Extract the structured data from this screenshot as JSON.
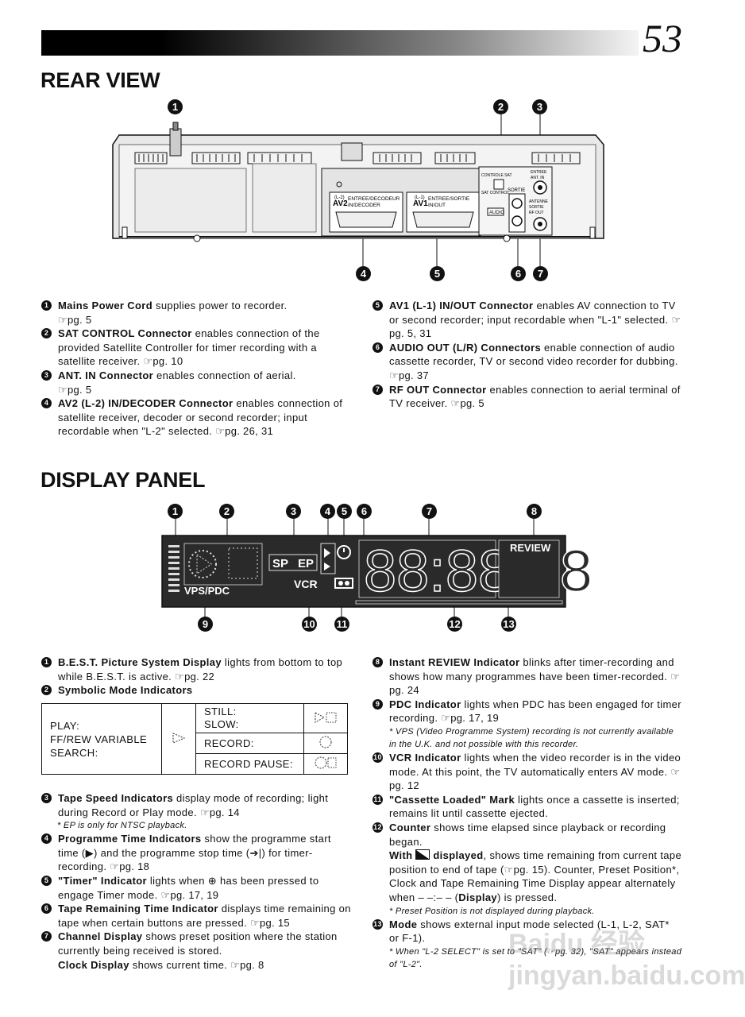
{
  "page": {
    "number": "53"
  },
  "rear": {
    "title": "REAR VIEW",
    "callouts_top": [
      "1",
      "2",
      "3"
    ],
    "callouts_bottom": [
      "4",
      "5",
      "6",
      "7"
    ],
    "panel_labels": {
      "control_sat": "CONTROLE SAT",
      "sat_control": "SAT CONTROL",
      "sortie": "SORTIE",
      "audio": "AUDIO",
      "entree": "ENTREE",
      "ant_in": "ANT. IN",
      "antenne": "ANTENNE",
      "sortie2": "SORTIE",
      "rf_out": "RF OUT",
      "av2_code": "(L-2)",
      "av2": "AV2",
      "av2_fr": "ENTREE/DECODEUR",
      "av2_en": "IN/DECODER",
      "av1_code": "(L-1)",
      "av1": "AV1",
      "av1_fr": "ENTREE/SORTIE",
      "av1_en": "IN/OUT"
    },
    "items": [
      {
        "n": "1",
        "bold": "Mains Power Cord",
        "text": " supplies power to recorder.",
        "ref": "☞pg. 5"
      },
      {
        "n": "2",
        "bold": "SAT CONTROL Connector",
        "text": " enables connection of the provided Satellite Controller for timer recording with a satellite receiver.",
        "ref": "☞pg. 10"
      },
      {
        "n": "3",
        "bold": "ANT. IN Connector",
        "text": " enables connection of aerial.",
        "ref": "☞pg. 5"
      },
      {
        "n": "4",
        "bold": "AV2 (L-2) IN/DECODER Connector",
        "text": " enables connection of satellite receiver, decoder or second recorder; input recordable when \"L-2\" selected.",
        "ref": "☞pg. 26, 31"
      },
      {
        "n": "5",
        "bold": "AV1 (L-1) IN/OUT Connector",
        "text": " enables AV connection to TV or second recorder; input recordable when \"L-1\" selected.",
        "ref": "☞pg. 5, 31"
      },
      {
        "n": "6",
        "bold": "AUDIO OUT (L/R) Connectors",
        "text": " enable connection of audio cassette recorder, TV or second video recorder for dubbing.",
        "ref": "☞pg. 37"
      },
      {
        "n": "7",
        "bold": "RF OUT Connector",
        "text": " enables connection to aerial terminal of TV receiver.",
        "ref": "☞pg. 5"
      }
    ]
  },
  "display": {
    "title": "DISPLAY PANEL",
    "callouts_top": [
      "1",
      "2",
      "3",
      "4",
      "5",
      "6",
      "7",
      "8"
    ],
    "callouts_bottom": [
      "9",
      "10",
      "11",
      "12",
      "13"
    ],
    "panel": {
      "sp": "SP",
      "ep": "EP",
      "vps": "VPS/PDC",
      "vcr": "VCR",
      "review": "REVIEW",
      "digits": "88:88:88"
    },
    "items_left": [
      {
        "n": "1",
        "bold": "B.E.S.T. Picture System Display",
        "text": " lights from bottom to top while B.E.S.T. is active.",
        "ref": "☞pg. 22"
      },
      {
        "n": "2",
        "bold": "Symbolic Mode Indicators",
        "text": "",
        "ref": ""
      }
    ],
    "table": {
      "left": "PLAY:\nFF/REW VARIABLE\nSEARCH:",
      "rows": [
        {
          "label": "STILL:\nSLOW:",
          "icon": "still-slow-icon"
        },
        {
          "label": "RECORD:",
          "icon": "record-icon"
        },
        {
          "label": "RECORD PAUSE:",
          "icon": "record-pause-icon"
        }
      ]
    },
    "items_left2": [
      {
        "n": "3",
        "bold": "Tape Speed Indicators",
        "text": " display mode of recording; light during Record or Play mode.",
        "ref": "☞pg. 14",
        "note": "* EP is only for NTSC playback."
      },
      {
        "n": "4",
        "bold": "Programme Time Indicators",
        "text": " show the programme start time (▶) and the programme stop time (➔|) for timer-recording.",
        "ref": "☞pg. 18",
        "note": ""
      },
      {
        "n": "5",
        "bold": "\"Timer\" Indicator",
        "text": " lights when ⊕ has been pressed to engage Timer mode.",
        "ref": "☞pg. 17, 19",
        "note": ""
      },
      {
        "n": "6",
        "bold": "Tape Remaining Time Indicator",
        "text": " displays time remaining on tape when certain buttons are pressed.",
        "ref": "☞pg. 15",
        "note": ""
      },
      {
        "n": "7",
        "bold": "Channel Display",
        "text": " shows preset position where the station currently being received is stored.",
        "ref": "",
        "note": ""
      }
    ],
    "clock_line": {
      "bold": "Clock Display",
      "text": " shows current time.",
      "ref": "☞pg. 8"
    },
    "items_right": [
      {
        "n": "8",
        "bold": "Instant REVIEW Indicator",
        "text": " blinks after timer-recording and shows how many programmes have been timer-recorded.",
        "ref": "☞pg. 24",
        "note": ""
      },
      {
        "n": "9",
        "bold": "PDC Indicator",
        "text": " lights when PDC has been engaged for timer recording.",
        "ref": "☞pg. 17, 19",
        "note": "* VPS (Video Programme System) recording is not currently available in the U.K. and not possible with this recorder."
      },
      {
        "n": "10",
        "bold": "VCR Indicator",
        "text": " lights when the video recorder is in the video mode. At this point, the TV automatically enters AV mode.",
        "ref": "☞pg. 12",
        "note": ""
      },
      {
        "n": "11",
        "bold": "\"Cassette Loaded\" Mark",
        "text": " lights once a cassette is inserted; remains lit until cassette ejected.",
        "ref": "",
        "note": ""
      },
      {
        "n": "12",
        "bold": "Counter",
        "text": " shows time elapsed since playback or recording began.",
        "ref": "",
        "note": ""
      }
    ],
    "counter_extra": {
      "bold1": "With",
      "bold2": "displayed",
      "text": ", shows time remaining from current tape position to end of tape (☞pg. 15). Counter, Preset Position*, Clock and Tape Remaining Time Display appear alternately when – –:– – (",
      "bold3": "Display",
      "text2": ") is pressed.",
      "note": "* Preset Position is not displayed during playback."
    },
    "item13": {
      "n": "13",
      "bold": "Mode",
      "text": " shows external input mode selected (L-1, L-2, SAT* or F-1).",
      "note": "* When \"L-2 SELECT\" is set to \"SAT\" (☞pg. 32), \"SAT\" appears instead of \"L-2\"."
    }
  },
  "watermark": "Baidu 经验 jingyan.baidu.com"
}
